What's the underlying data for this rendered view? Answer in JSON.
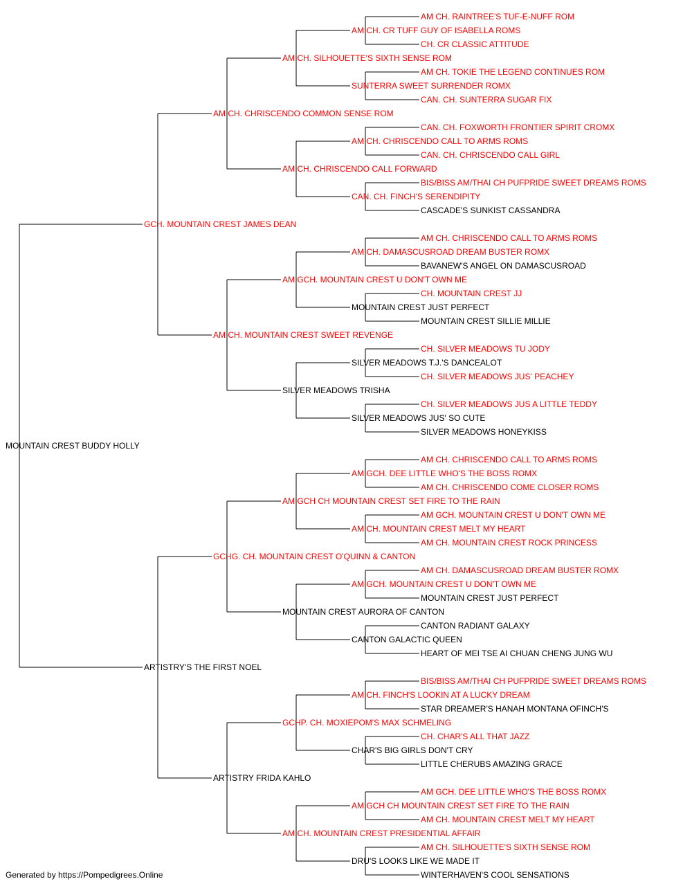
{
  "colors": {
    "champion": "#ff0000",
    "regular": "#000000",
    "line": "#000000"
  },
  "footer": "Generated by https://Pompedigrees.Online",
  "pedigree": {
    "name": "MOUNTAIN CREST BUDDY HOLLY",
    "red": false,
    "sire": {
      "name": "GCH. MOUNTAIN CREST JAMES DEAN",
      "red": true,
      "sire": {
        "name": "AM CH. CHRISCENDO COMMON SENSE ROM",
        "red": true,
        "sire": {
          "name": "AM CH. SILHOUETTE'S SIXTH SENSE ROM",
          "red": true,
          "sire": {
            "name": "AM CH. CR TUFF GUY OF ISABELLA ROMS",
            "red": true,
            "sire": {
              "name": "AM CH. RAINTREE'S TUF-E-NUFF ROM",
              "red": true
            },
            "dam": {
              "name": "CH. CR CLASSIC ATTITUDE",
              "red": true
            }
          },
          "dam": {
            "name": "SUNTERRA SWEET SURRENDER ROMX",
            "red": true,
            "sire": {
              "name": "AM CH. TOKIE THE LEGEND CONTINUES ROM",
              "red": true
            },
            "dam": {
              "name": "CAN. CH. SUNTERRA SUGAR FIX",
              "red": true
            }
          }
        },
        "dam": {
          "name": "AM CH. CHRISCENDO CALL FORWARD",
          "red": true,
          "sire": {
            "name": "AM CH. CHRISCENDO CALL TO ARMS ROMS",
            "red": true,
            "sire": {
              "name": "CAN. CH. FOXWORTH FRONTIER SPIRIT CROMX",
              "red": true
            },
            "dam": {
              "name": "CAN. CH. CHRISCENDO CALL GIRL",
              "red": true
            }
          },
          "dam": {
            "name": "CAN. CH. FINCH'S SERENDIPITY",
            "red": true,
            "sire": {
              "name": "BIS/BISS AM/THAI CH PUFPRIDE SWEET DREAMS ROMS",
              "red": true
            },
            "dam": {
              "name": "CASCADE'S SUNKIST CASSANDRA",
              "red": false
            }
          }
        }
      },
      "dam": {
        "name": "AM CH. MOUNTAIN CREST SWEET REVENGE",
        "red": true,
        "sire": {
          "name": "AM GCH. MOUNTAIN CREST U DON'T OWN ME",
          "red": true,
          "sire": {
            "name": "AM CH. DAMASCUSROAD DREAM BUSTER ROMX",
            "red": true,
            "sire": {
              "name": "AM CH. CHRISCENDO CALL TO ARMS ROMS",
              "red": true
            },
            "dam": {
              "name": "BAVANEW'S ANGEL ON DAMASCUSROAD",
              "red": false
            }
          },
          "dam": {
            "name": "MOUNTAIN CREST JUST PERFECT",
            "red": false,
            "sire": {
              "name": "CH. MOUNTAIN CREST JJ",
              "red": true
            },
            "dam": {
              "name": "MOUNTAIN CREST SILLIE MILLIE",
              "red": false
            }
          }
        },
        "dam": {
          "name": "SILVER MEADOWS TRISHA",
          "red": false,
          "sire": {
            "name": "SILVER MEADOWS T.J.'S DANCEALOT",
            "red": false,
            "sire": {
              "name": "CH. SILVER MEADOWS TU JODY",
              "red": true
            },
            "dam": {
              "name": "CH. SILVER MEADOWS JUS' PEACHEY",
              "red": true
            }
          },
          "dam": {
            "name": "SILVER MEADOWS JUS' SO CUTE",
            "red": false,
            "sire": {
              "name": "CH. SILVER MEADOWS JUS A LITTLE TEDDY",
              "red": true
            },
            "dam": {
              "name": "SILVER MEADOWS HONEYKISS",
              "red": false
            }
          }
        }
      }
    },
    "dam": {
      "name": "ARTISTRY'S THE FIRST NOEL",
      "red": false,
      "sire": {
        "name": "GCHG. CH. MOUNTAIN CREST O'QUINN & CANTON",
        "red": true,
        "sire": {
          "name": "AM GCH CH MOUNTAIN CREST SET FIRE TO THE RAIN",
          "red": true,
          "sire": {
            "name": "AM GCH. DEE LITTLE WHO'S THE BOSS ROMX",
            "red": true,
            "sire": {
              "name": "AM CH. CHRISCENDO CALL TO ARMS ROMS",
              "red": true
            },
            "dam": {
              "name": "AM CH. CHRISCENDO COME CLOSER ROMS",
              "red": true
            }
          },
          "dam": {
            "name": "AM CH. MOUNTAIN CREST MELT MY HEART",
            "red": true,
            "sire": {
              "name": "AM GCH. MOUNTAIN CREST U DON'T OWN ME",
              "red": true
            },
            "dam": {
              "name": "AM CH. MOUNTAIN CREST ROCK PRINCESS",
              "red": true
            }
          }
        },
        "dam": {
          "name": "MOUNTAIN CREST AURORA OF CANTON",
          "red": false,
          "sire": {
            "name": "AM GCH. MOUNTAIN CREST U DON'T OWN ME",
            "red": true,
            "sire": {
              "name": "AM CH. DAMASCUSROAD DREAM BUSTER ROMX",
              "red": true
            },
            "dam": {
              "name": "MOUNTAIN CREST JUST PERFECT",
              "red": false
            }
          },
          "dam": {
            "name": "CANTON GALACTIC QUEEN",
            "red": false,
            "sire": {
              "name": "CANTON RADIANT GALAXY",
              "red": false
            },
            "dam": {
              "name": "HEART OF MEI TSE AI CHUAN CHENG JUNG WU",
              "red": false
            }
          }
        }
      },
      "dam": {
        "name": "ARTISTRY FRIDA KAHLO",
        "red": false,
        "sire": {
          "name": "GCHP. CH. MOXIEPOM'S MAX SCHMELING",
          "red": true,
          "sire": {
            "name": "AM CH. FINCH'S LOOKIN AT A LUCKY DREAM",
            "red": true,
            "sire": {
              "name": "BIS/BISS AM/THAI CH PUFPRIDE SWEET DREAMS ROMS",
              "red": true
            },
            "dam": {
              "name": "STAR DREAMER'S HANAH MONTANA OFINCH'S",
              "red": false
            }
          },
          "dam": {
            "name": "CHAR'S BIG GIRLS DON'T CRY",
            "red": false,
            "sire": {
              "name": "CH. CHAR'S ALL THAT JAZZ",
              "red": true
            },
            "dam": {
              "name": "LITTLE CHERUBS AMAZING GRACE",
              "red": false
            }
          }
        },
        "dam": {
          "name": "AM CH. MOUNTAIN CREST PRESIDENTIAL AFFAIR",
          "red": true,
          "sire": {
            "name": "AM GCH CH MOUNTAIN CREST SET FIRE TO THE RAIN",
            "red": true,
            "sire": {
              "name": "AM GCH. DEE LITTLE WHO'S THE BOSS ROMX",
              "red": true
            },
            "dam": {
              "name": "AM CH. MOUNTAIN CREST MELT MY HEART",
              "red": true
            }
          },
          "dam": {
            "name": "DRU'S LOOKS LIKE WE MADE IT",
            "red": false,
            "sire": {
              "name": "AM CH. SILHOUETTE'S SIXTH SENSE ROM",
              "red": true
            },
            "dam": {
              "name": "WINTERHAVEN'S COOL SENSATIONS",
              "red": false
            }
          }
        }
      }
    }
  }
}
